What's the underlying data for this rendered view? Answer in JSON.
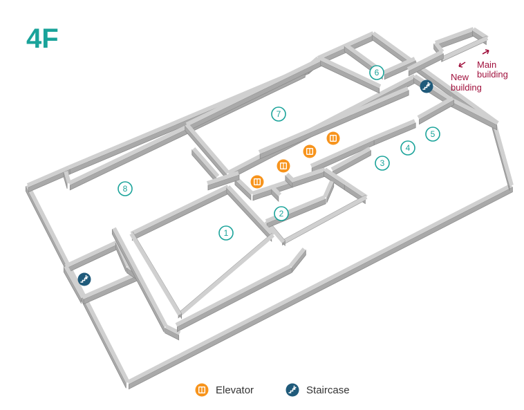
{
  "floor": "4F",
  "rooms": [
    "1",
    "2",
    "3",
    "4",
    "5",
    "6",
    "7",
    "8"
  ],
  "labels": {
    "main_building": [
      "Main",
      "building"
    ],
    "new_building": [
      "New",
      "building"
    ]
  },
  "legend": {
    "elevator": "Elevator",
    "staircase": "Staircase"
  },
  "colors": {
    "accent": "#1aa39a",
    "elevator": "#f7941d",
    "staircase": "#1f5a7a",
    "arrow": "#a0103c",
    "wall": "#a9a9a9"
  },
  "icons": {
    "elevator": "elevator-icon",
    "staircase": "staircase-icon"
  }
}
